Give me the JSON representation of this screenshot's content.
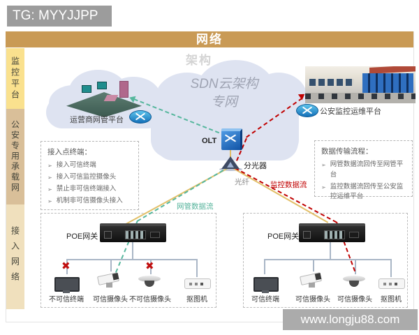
{
  "tag": "TG: MYYJJPP",
  "watermark": "www.longju88.com",
  "header": {
    "title": "网络",
    "subtitle": "架构"
  },
  "sidebar": {
    "sections": [
      {
        "label": "监控平台"
      },
      {
        "label": "公安专用承载网"
      },
      {
        "label": "接入网络"
      }
    ]
  },
  "cloud": {
    "line1": "SDN云架构",
    "line2": "专网"
  },
  "platforms": {
    "operator": {
      "label": "运营商网管平台"
    },
    "police": {
      "label": "公安监控运维平台"
    }
  },
  "core": {
    "olt_label": "OLT",
    "splitter_label": "分光器",
    "fiber_label": "光纤"
  },
  "flows": {
    "network_mgmt": {
      "label": "网管数据流",
      "color": "#55b39b"
    },
    "monitoring": {
      "label": "监控数据流",
      "color": "#c00000"
    }
  },
  "info_boxes": {
    "access_terminals": {
      "title": "接入点终端：",
      "bullet": "➢",
      "items": [
        "接入可信终端",
        "接入可信监控摄像头",
        "禁止非可信终端接入",
        "机制非可信摄像头接入"
      ]
    },
    "data_flow": {
      "title": "数据传输流程：",
      "bullet": "➢",
      "items": [
        "网管数据流回传至网管平台",
        "监控数据流回传至公安监控运维平台"
      ]
    }
  },
  "access_networks": {
    "left": {
      "gateway_label": "POE网关",
      "devices": [
        {
          "label": "不可信终端",
          "blocked": true
        },
        {
          "label": "可信摄像头",
          "blocked": false
        },
        {
          "label": "不可信摄像头",
          "blocked": true
        },
        {
          "label": "抠图机",
          "blocked": false
        }
      ]
    },
    "right": {
      "gateway_label": "POE网关",
      "devices": [
        {
          "label": "可信终端",
          "blocked": false
        },
        {
          "label": "可信摄像头",
          "blocked": false
        },
        {
          "label": "可信摄像头",
          "blocked": false
        },
        {
          "label": "抠图机",
          "blocked": false
        }
      ]
    }
  },
  "blocked_icon": "✖",
  "colors": {
    "title_bar": "#c99a55",
    "sidebar_monitoring": "#fae18e",
    "sidebar_bearer": "#d9bf99",
    "sidebar_access": "#f0e0bd",
    "cloud_fill": "#dee3f1",
    "fiber_line": "#e2bf68"
  }
}
